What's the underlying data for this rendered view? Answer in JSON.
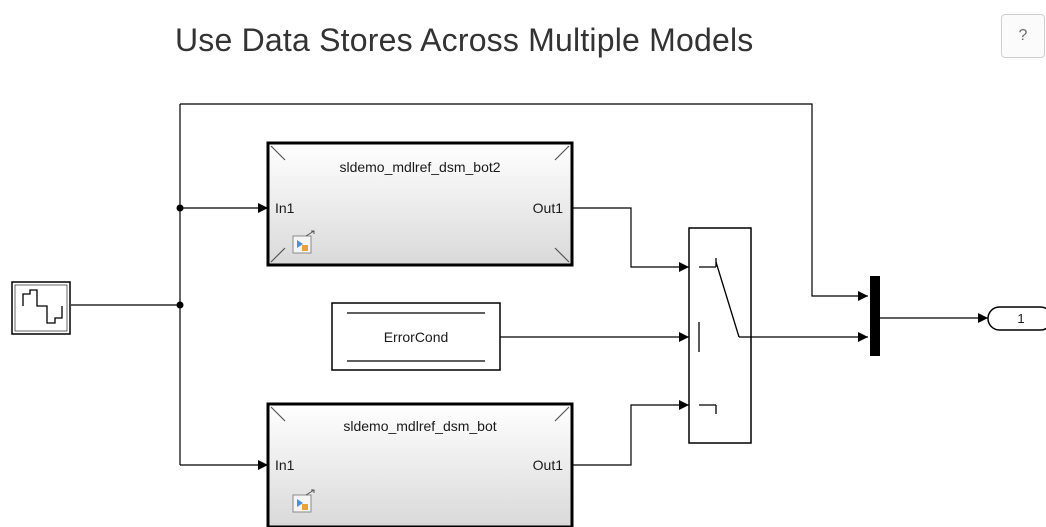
{
  "header": {
    "title": "Use Data Stores Across Multiple Models",
    "help_label": "?"
  },
  "blocks": {
    "model_top": {
      "name": "sldemo_mdlref_dsm_bot2",
      "in_port": "In1",
      "out_port": "Out1"
    },
    "model_bottom": {
      "name": "sldemo_mdlref_dsm_bot",
      "in_port": "In1",
      "out_port": "Out1"
    },
    "data_store": {
      "name": "ErrorCond"
    },
    "outport": {
      "number": "1"
    }
  },
  "colors": {
    "line": "#000000",
    "block_border": "#000000",
    "model_fill_top": "#ffffff",
    "model_fill_bottom": "#dcdcdc",
    "accent_icon": "#4a90d9"
  }
}
